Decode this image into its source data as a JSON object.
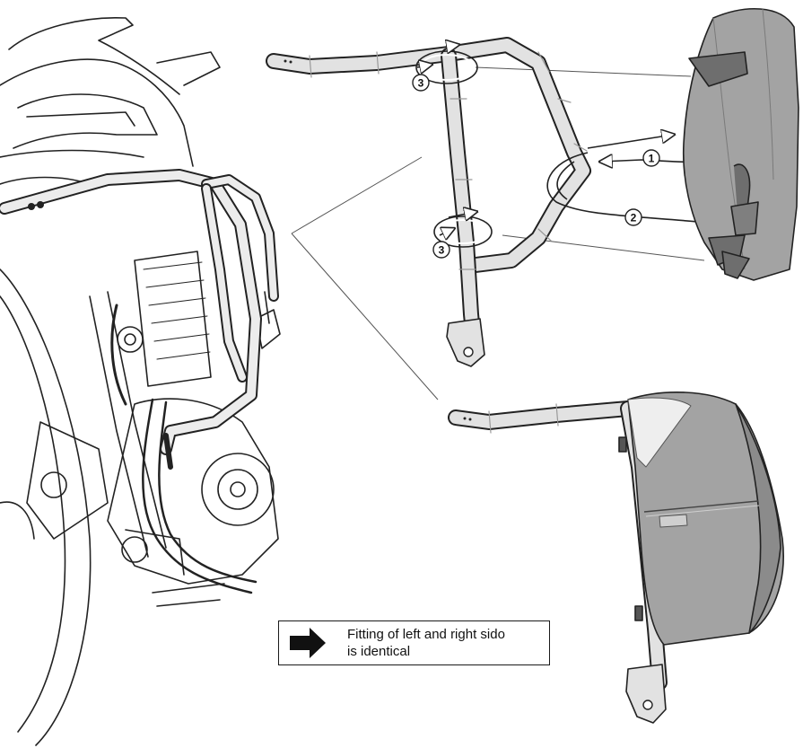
{
  "note": {
    "text_line1": "Fitting of left and right sido",
    "text_line2": "is identical",
    "arrow_icon": "right-arrow-icon"
  },
  "steps": [
    {
      "id": "step-1",
      "label": "1"
    },
    {
      "id": "step-2",
      "label": "2"
    },
    {
      "id": "step-3-upper",
      "label": "3"
    },
    {
      "id": "step-3-lower",
      "label": "3"
    }
  ],
  "colors": {
    "line": "#222222",
    "bar_fill": "#e2e2e2",
    "bag_fill": "#a3a3a3",
    "bag_dark": "#6e6e6e",
    "bag_light": "#cfcfcf"
  }
}
